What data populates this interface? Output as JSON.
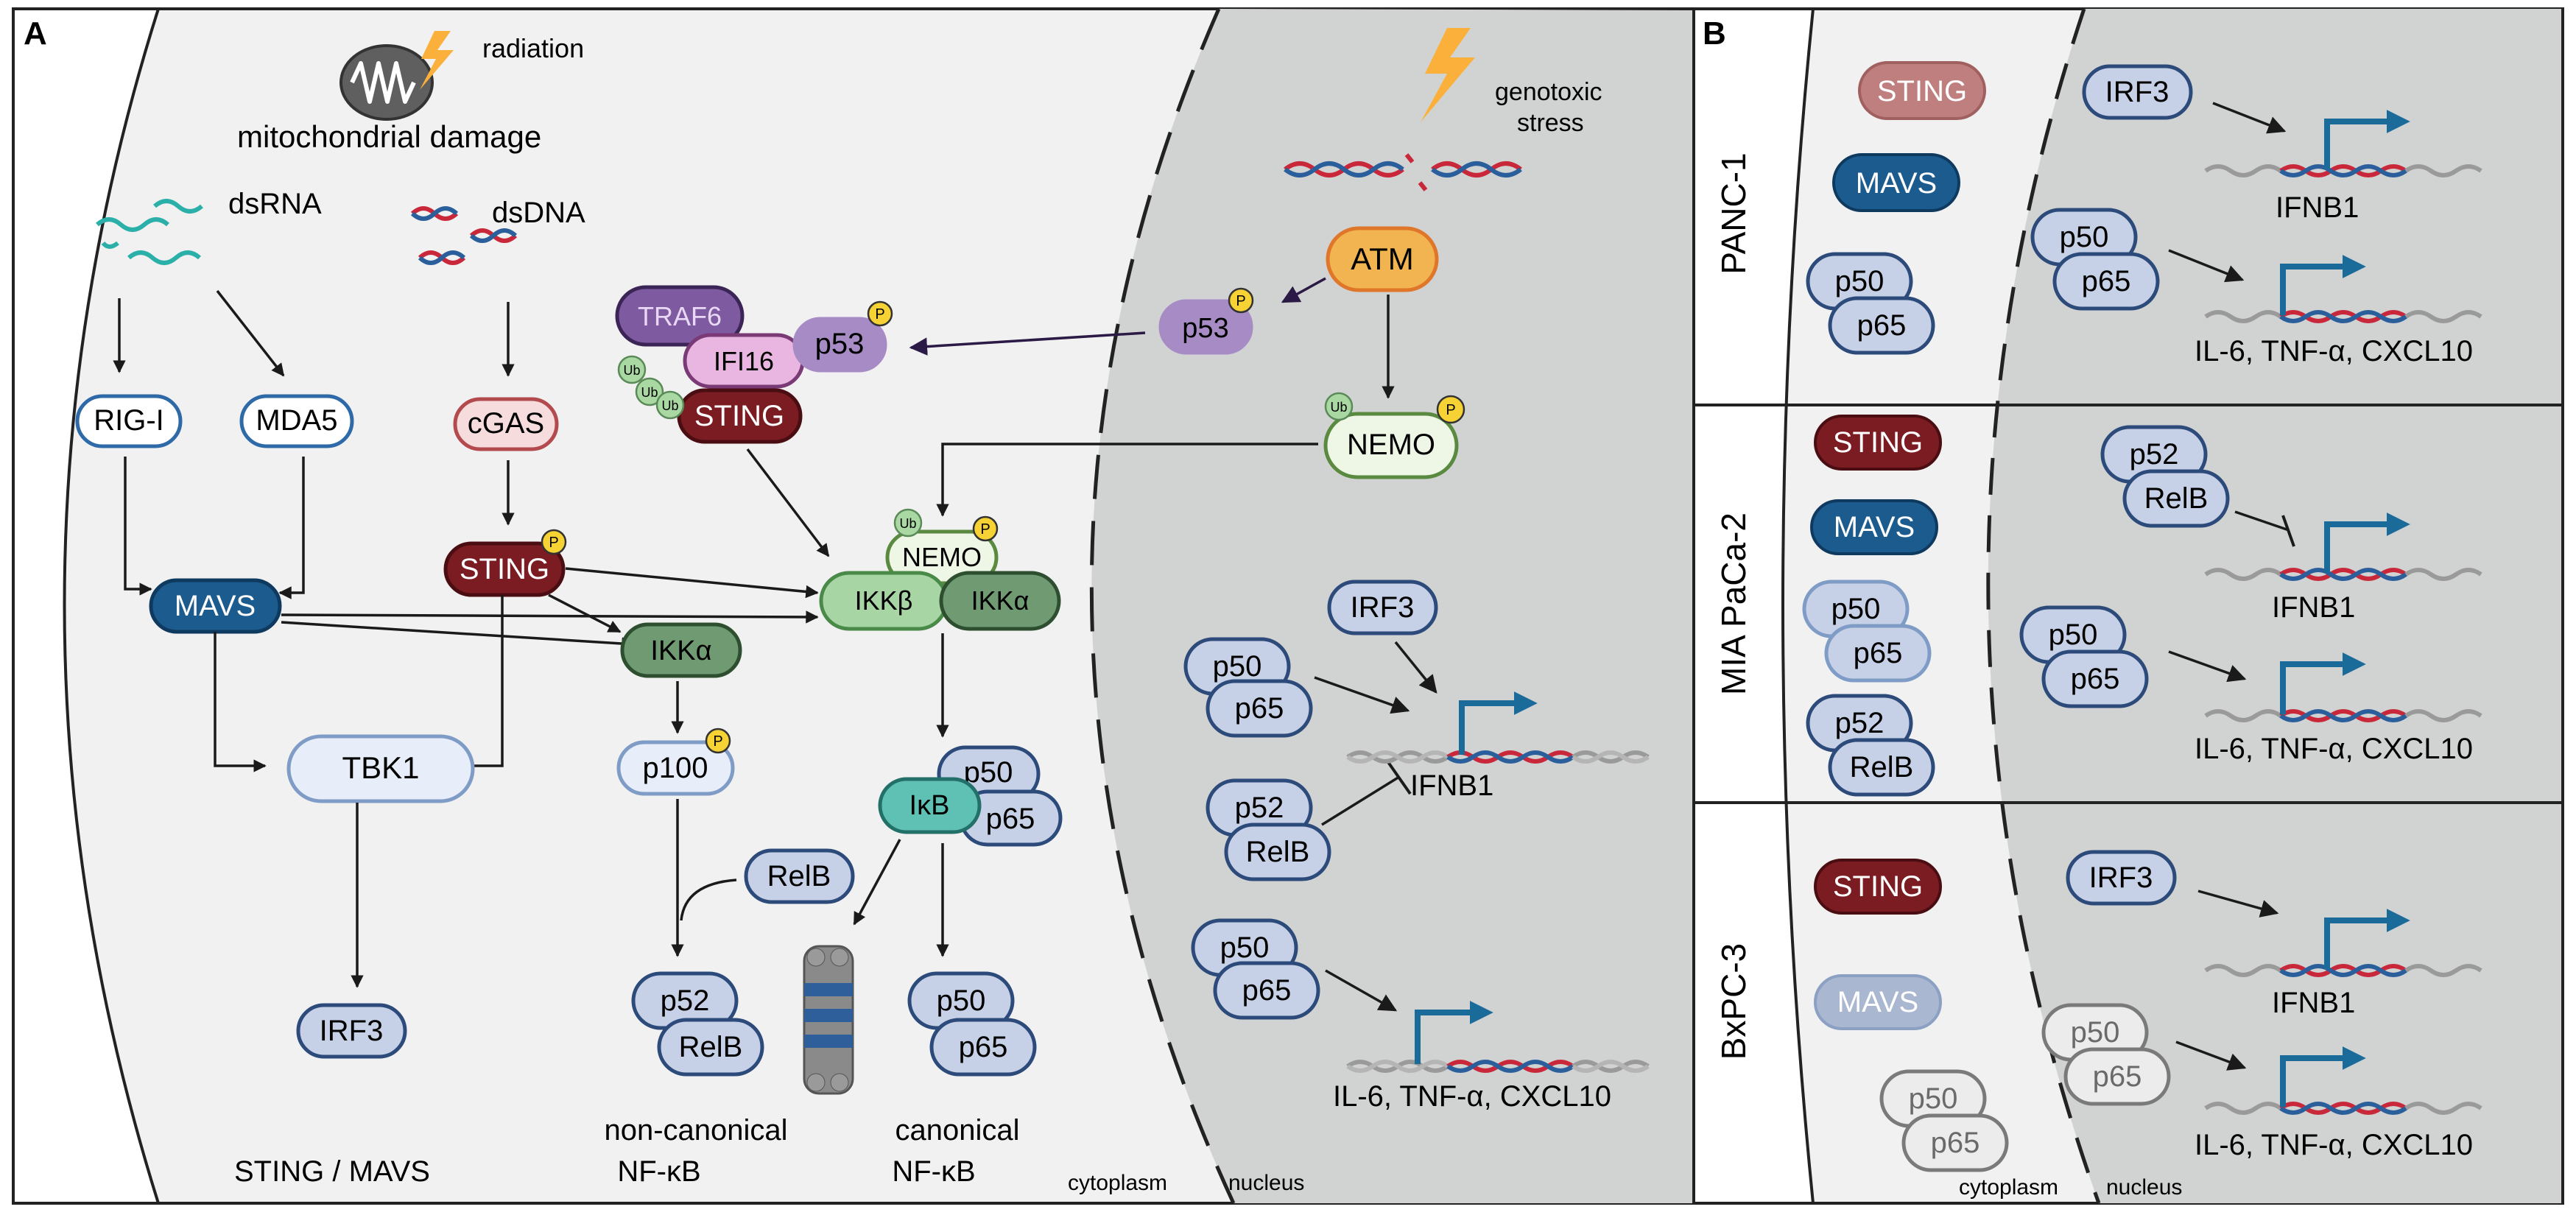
{
  "panels": {
    "a_label": "A",
    "b_label": "B"
  },
  "panel_a": {
    "radiation": "radiation",
    "mito_damage": "mitochondrial damage",
    "dsrna": "dsRNA",
    "dsdna": "dsDNA",
    "genotoxic_1": "genotoxic",
    "genotoxic_2": "stress",
    "nodes": {
      "rigi": "RIG-I",
      "mda5": "MDA5",
      "cgas": "cGAS",
      "sting_mid": "STING",
      "mavs": "MAVS",
      "tbk1": "TBK1",
      "irf3_left": "IRF3",
      "ikka_left": "IKKα",
      "p100": "p100",
      "relb": "RelB",
      "p52": "p52",
      "relb_2": "RelB",
      "traf6": "TRAF6",
      "ifi16": "IFI16",
      "sting_top": "STING",
      "p53_complex": "p53",
      "p53_nuc": "p53",
      "atm": "ATM",
      "nemo_nuc": "NEMO",
      "nemo_complex": "NEMO",
      "ikkb": "IKKβ",
      "ikka_complex": "IKKα",
      "ikb": "IκB",
      "p50_ikb": "p50",
      "p65_ikb": "p65",
      "p50_canon": "p50",
      "p65_canon": "p65",
      "irf3_nuc": "IRF3",
      "p50_nuc1": "p50",
      "p65_nuc1": "p65",
      "p52_nuc": "p52",
      "relb_nuc": "RelB",
      "p50_nuc2": "p50",
      "p65_nuc2": "p65"
    },
    "ub": "Ub",
    "p": "P",
    "ifnb1": "IFNB1",
    "cytokines": "IL-6, TNF-α, CXCL10",
    "noncanon_1": "non-canonical",
    "noncanon_2": "NF-κB",
    "canon_1": "canonical",
    "canon_2": "NF-κB",
    "sting_mavs": "STING / MAVS",
    "cytoplasm": "cytoplasm",
    "nucleus": "nucleus"
  },
  "panel_b": {
    "rows": [
      {
        "cell_line": "PANC-1",
        "sting": "STING",
        "mavs": "MAVS",
        "p50": "p50",
        "p65": "p65",
        "irf3": "IRF3",
        "ifnb1": "IFNB1",
        "np50": "p50",
        "np65": "p65",
        "cytokines": "IL-6, TNF-α, CXCL10"
      },
      {
        "cell_line": "MIA PaCa-2",
        "sting": "STING",
        "mavs": "MAVS",
        "p50": "p50",
        "p65": "p65",
        "p52": "p52",
        "relb": "RelB",
        "np52": "p52",
        "nrelb": "RelB",
        "ifnb1": "IFNB1",
        "np50": "p50",
        "np65": "p65",
        "cytokines": "IL-6, TNF-α, CXCL10"
      },
      {
        "cell_line": "BxPC-3",
        "sting": "STING",
        "mavs": "MAVS",
        "p50": "p50",
        "p65": "p65",
        "irf3": "IRF3",
        "ifnb1": "IFNB1",
        "np50": "p50",
        "np65": "p65",
        "cytokines": "IL-6, TNF-α, CXCL10"
      }
    ],
    "cytoplasm": "cytoplasm",
    "nucleus": "nucleus"
  },
  "colors": {
    "cytoplasm_bg": "#f1f1f1",
    "nucleus_bg": "#d1d3d2",
    "protein_fill": "#c6d0e6",
    "protein_stroke": "#2c4a7a",
    "mavs": "#1c5b8e",
    "sting": "#7a1c22",
    "ikka": "#6f9a72",
    "ikkb": "#a7d6a4",
    "ikb": "#5fc0b4",
    "atm": "#f2b450",
    "traf6": "#7e5aa0",
    "ifi16": "#e8b6e1",
    "p53": "#a68bc5",
    "phospho": "#f7d234",
    "arrow_blue": "#1a6a9a",
    "dna_red": "#c8283a",
    "dna_blue": "#2b5f9c"
  }
}
